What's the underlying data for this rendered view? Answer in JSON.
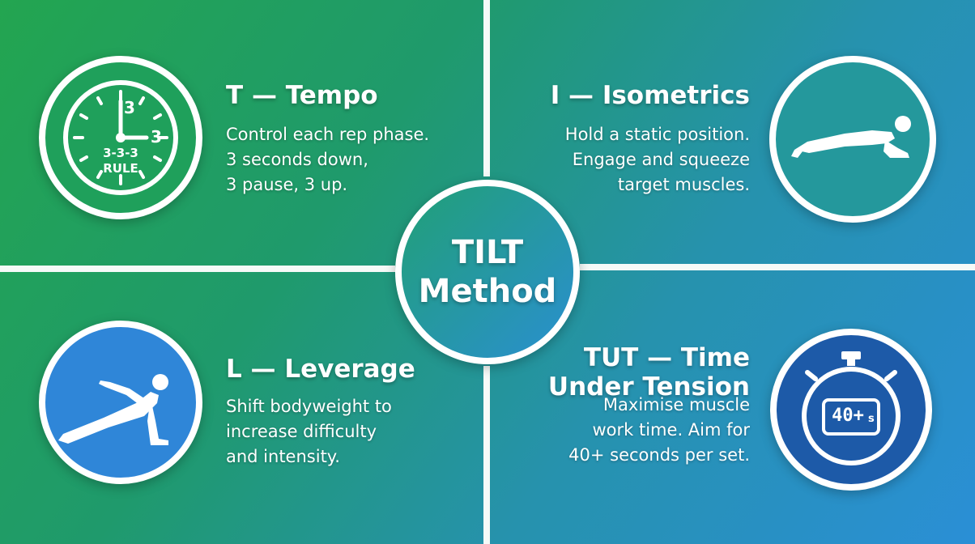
{
  "center": {
    "line1": "TILT",
    "line2": "Method"
  },
  "quadrants": {
    "tempo": {
      "heading": "T — Tempo",
      "lines": [
        "Control each rep phase.",
        "3 seconds down,",
        "3 pause, 3 up."
      ],
      "icon": "clock-icon",
      "clock_label_top": "3-3-3",
      "clock_label_bottom": "RULE",
      "clock_numeral_12": "3",
      "clock_numeral_3": "3"
    },
    "isometrics": {
      "heading": "I — Isometrics",
      "lines": [
        "Hold a static position.",
        "Engage and squeeze",
        "target muscles."
      ],
      "icon": "plank-icon"
    },
    "leverage": {
      "heading": "L — Leverage",
      "lines": [
        "Shift bodyweight to",
        "increase difficulty",
        "and intensity."
      ],
      "icon": "push-up-icon"
    },
    "tut": {
      "heading_lines": [
        "TUT — Time",
        "Under Tension"
      ],
      "lines": [
        "Maximise muscle",
        "work time. Aim for",
        "40+ seconds per set."
      ],
      "icon": "stopwatch-icon",
      "display_value": "40+",
      "display_unit": "s"
    }
  },
  "colors": {
    "green": "#23a550",
    "teal": "#1f9a6c",
    "blue": "#2a8fd6",
    "icon_blue": "#2f86d8",
    "navy": "#1d5aa8"
  }
}
